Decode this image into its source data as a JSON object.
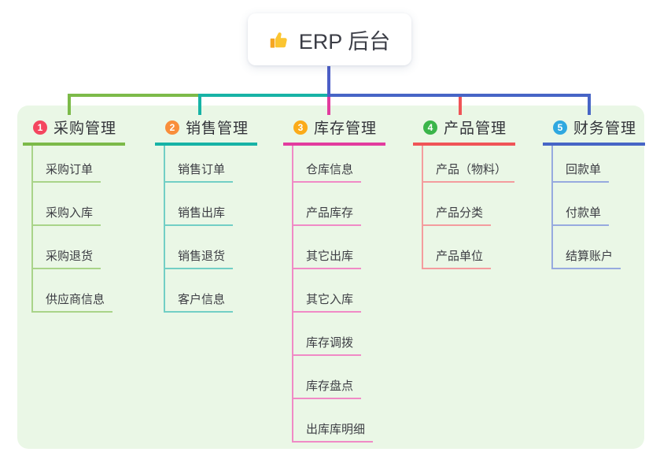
{
  "canvas": {
    "background": "#ffffff",
    "panel_background": "#eaf7e6",
    "trunk_color": "#4c5ec7"
  },
  "root": {
    "title": "ERP 后台",
    "icon": "thumbs-up-icon",
    "icon_color": "#fbc531"
  },
  "branches": [
    {
      "index": "1",
      "label": "采购管理",
      "badge_color": "#f4465f",
      "line_color": "#7cba49",
      "child_line_color": "#a9d489",
      "children": [
        "采购订单",
        "采购入库",
        "采购退货",
        "供应商信息"
      ]
    },
    {
      "index": "2",
      "label": "销售管理",
      "badge_color": "#f98e3b",
      "line_color": "#17b3a6",
      "child_line_color": "#72cfc5",
      "children": [
        "销售订单",
        "销售出库",
        "销售退货",
        "客户信息"
      ]
    },
    {
      "index": "3",
      "label": "库存管理",
      "badge_color": "#fbab19",
      "line_color": "#e23c9e",
      "child_line_color": "#f08ac6",
      "children": [
        "仓库信息",
        "产品库存",
        "其它出库",
        "其它入库",
        "库存调拨",
        "库存盘点",
        "出库库明细"
      ]
    },
    {
      "index": "4",
      "label": "产品管理",
      "badge_color": "#3bb54a",
      "line_color": "#f05457",
      "child_line_color": "#f49c9e",
      "children": [
        "产品（物料）",
        "产品分类",
        "产品单位"
      ]
    },
    {
      "index": "5",
      "label": "财务管理",
      "badge_color": "#2fa8e0",
      "line_color": "#4765c6",
      "child_line_color": "#97aadf",
      "children": [
        "回款单",
        "付款单",
        "结算账户"
      ]
    }
  ]
}
